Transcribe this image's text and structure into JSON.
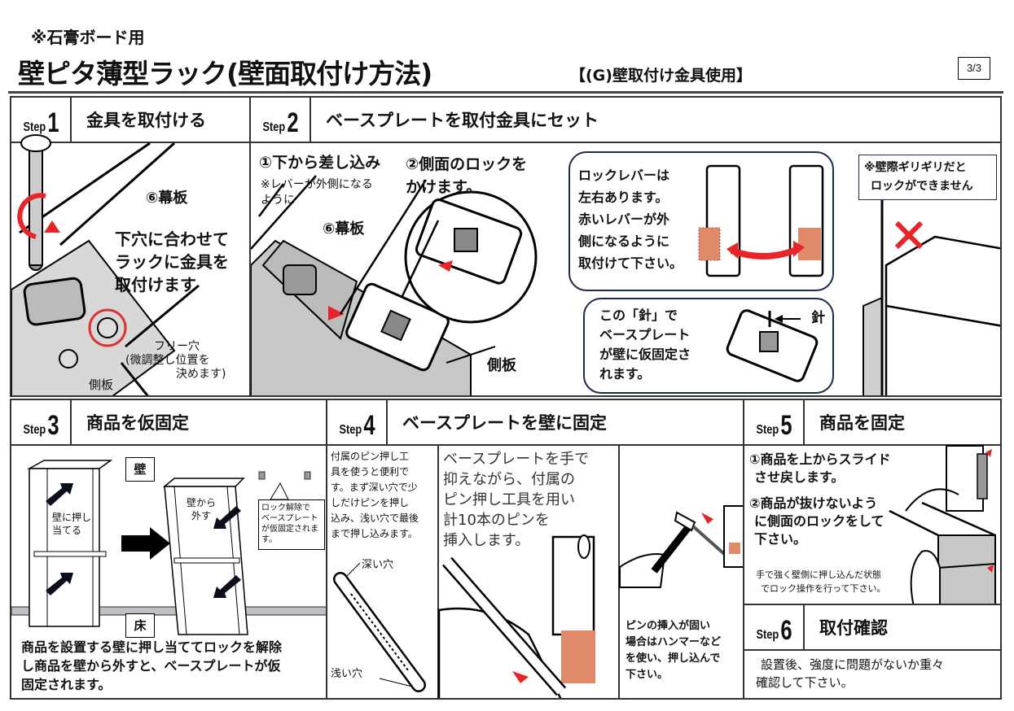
{
  "header": {
    "note": "※石膏ボード用",
    "title": "壁ピタ薄型ラック(壁面取付け方法)",
    "subtitle": "【(G)壁取付け金具使用】",
    "page": "3/3"
  },
  "step_prefix": "Step",
  "colors": {
    "accent_red": "#e8232a",
    "lever_orange": "#e08a6a",
    "frame": "#333333",
    "bubble_border": "#1c2a4a"
  },
  "steps": [
    {
      "number": "1",
      "title": "金具を取付ける",
      "label_top_plate": "⑥幕板",
      "instruction": [
        "下穴に合わせて",
        "ラックに金具を",
        "取付けます"
      ],
      "free_hole": [
        "フリー穴",
        "(微調整し位置を",
        "決めます)"
      ],
      "side_plate": "側板",
      "icons": [
        "screwdriver-icon",
        "rotate-arrow-icon"
      ]
    },
    {
      "number": "2",
      "title": "ベースプレートを取付金具にセット",
      "sub1": "①下から差し込み",
      "sub1_note": [
        "※レバーが外側になる",
        "ように"
      ],
      "sub2": [
        "②側面のロックを",
        "かけます。"
      ],
      "label_top_plate": "⑥幕板",
      "side_plate": "側板",
      "lever_note": [
        "ロックレバーは",
        "左右あります。",
        "赤いレバーが外",
        "側になるように",
        "取付けて下さい。"
      ],
      "needle_note": [
        "この「針」で",
        "ベースプレート",
        "が壁に仮固定さ",
        "れます。"
      ],
      "needle_label": "針",
      "wall_warning": [
        "※壁際ギリギリだと",
        "ロックができません"
      ]
    },
    {
      "number": "3",
      "title": "商品を仮固定",
      "wall_label": "壁",
      "floor_label": "床",
      "push_label": [
        "壁に押し",
        "当てる"
      ],
      "remove_label": [
        "壁から",
        "外す"
      ],
      "callout": [
        "ロック解除で",
        "ベースプレート",
        "が仮固定されま",
        "す。"
      ],
      "description": [
        "商品を設置する壁に押し当ててロックを解除",
        "し商品を壁から外すと、ベースプレートが仮",
        "固定されます。"
      ]
    },
    {
      "number": "4",
      "title": "ベースプレートを壁に固定",
      "tool_note": [
        "付属のピン押し工",
        "具を使うと便利で",
        "す。まず深い穴で少",
        "しだけピンを押し",
        "込み、浅い穴で最後",
        "まで押し込みます。"
      ],
      "deep_hole": "深い穴",
      "shallow_hole": "浅い穴",
      "main_instruction": [
        "ベースプレートを手で",
        "抑えながら、付属の",
        "ピン押し工具を用い",
        "計10本のピンを",
        "挿入します。"
      ],
      "hammer_note": [
        "ピンの挿入が固い",
        "場合はハンマーなど",
        "を使い、押し込んで",
        "下さい。"
      ]
    },
    {
      "number": "5",
      "title": "商品を固定",
      "item1": [
        "①商品を上からスライド",
        "させ戻します。"
      ],
      "item2": [
        "②商品が抜けないよう",
        "に側面のロックをして",
        "下さい。"
      ],
      "small_note": [
        "手で強く壁側に押し込んだ状態",
        "でロック操作を行って下さい。"
      ]
    },
    {
      "number": "6",
      "title": "取付確認",
      "description": [
        "設置後、強度に問題がないか重々",
        "確認して下さい。"
      ]
    }
  ]
}
